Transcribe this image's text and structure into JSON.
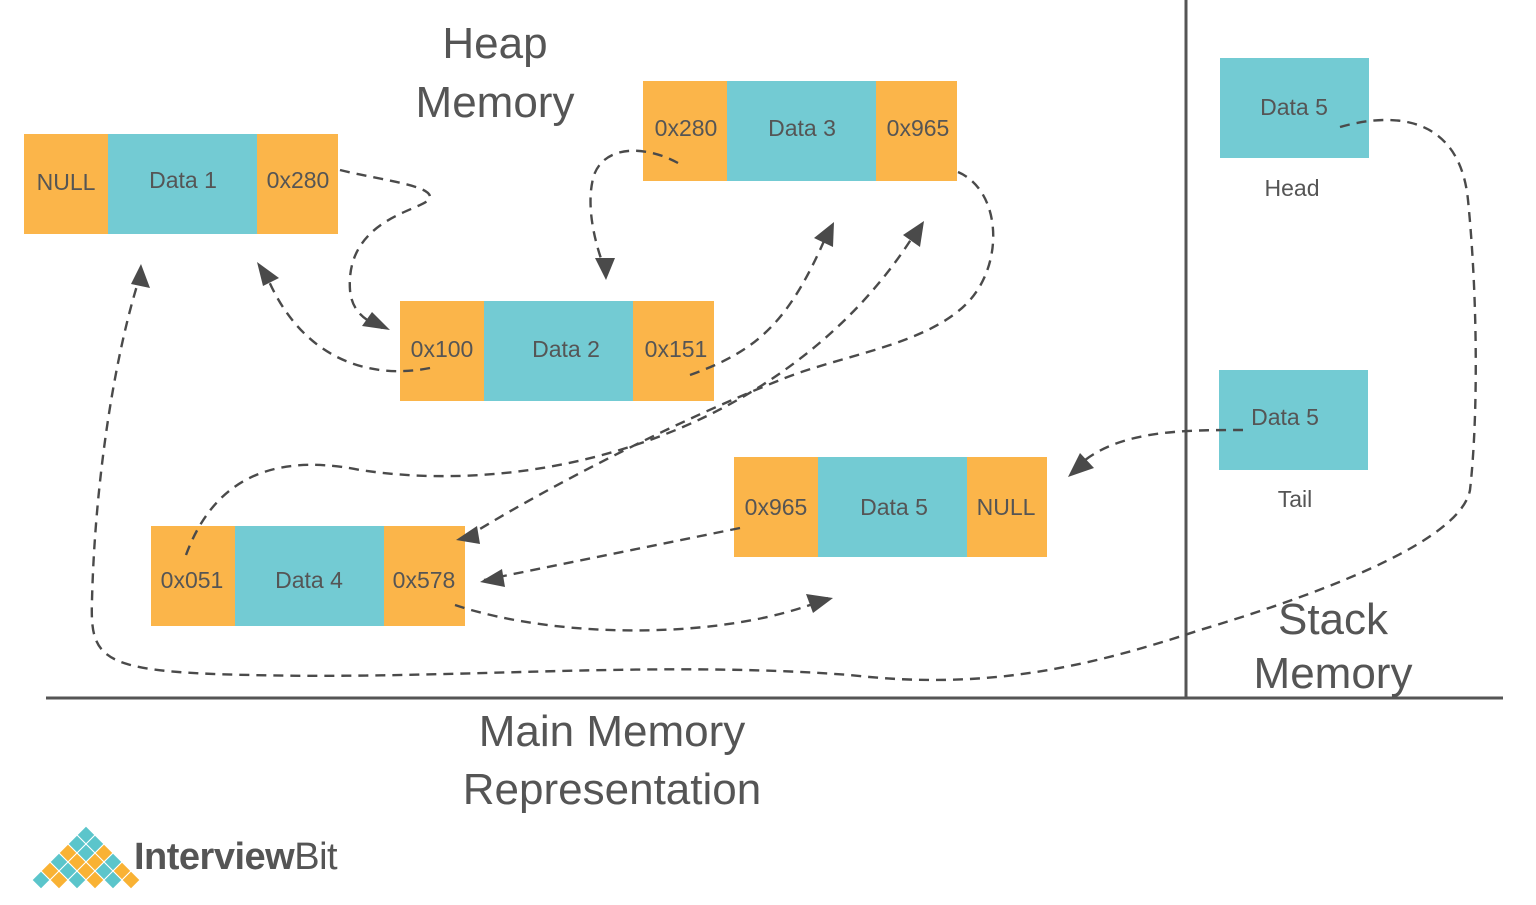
{
  "regions": {
    "heap_line1": "Heap",
    "heap_line2": "Memory",
    "stack_line1": "Stack",
    "stack_line2": "Memory",
    "main_line1": "Main Memory",
    "main_line2": "Representation"
  },
  "colors": {
    "pointer_cell": "#FBB54A",
    "data_cell": "#73CBD3",
    "divider": "#555555",
    "arrow": "#4a4a4a",
    "logo_orange": "#F9B234",
    "logo_teal": "#5BC5CB"
  },
  "nodes": [
    {
      "id": "node1",
      "prev": "NULL",
      "data": "Data 1",
      "next": "0x280"
    },
    {
      "id": "node2",
      "prev": "0x100",
      "data": "Data 2",
      "next": "0x151"
    },
    {
      "id": "node3",
      "prev": "0x280",
      "data": "Data 3",
      "next": "0x965"
    },
    {
      "id": "node4",
      "prev": "0x051",
      "data": "Data 4",
      "next": "0x578"
    },
    {
      "id": "node5",
      "prev": "0x965",
      "data": "Data 5",
      "next": "NULL"
    }
  ],
  "stack": {
    "head": {
      "value": "Data 5",
      "caption": "Head"
    },
    "tail": {
      "value": "Data 5",
      "caption": "Tail"
    }
  },
  "logo": {
    "brand_bold": "Interview",
    "brand_regular": "Bit",
    "icon": "diamond-grid-logo-icon"
  }
}
